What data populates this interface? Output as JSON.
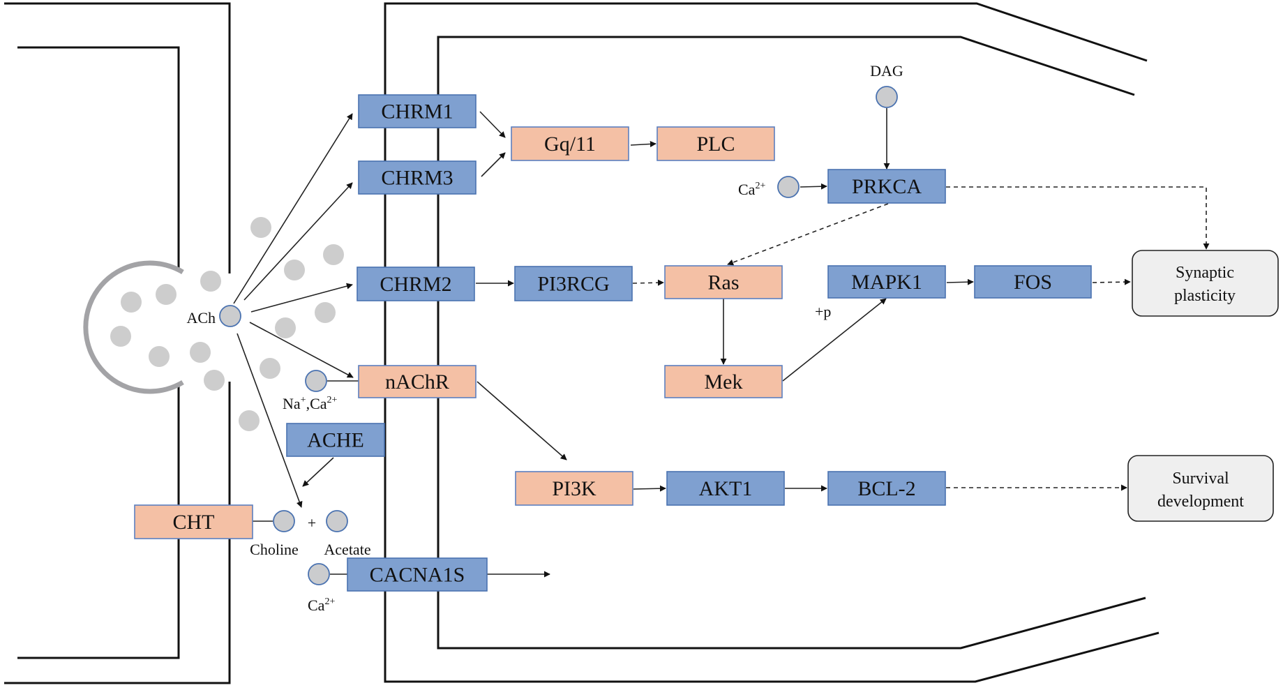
{
  "title": "Cholinergic synapse signaling pathway",
  "colors": {
    "receptor_blue": "#7FA0D0",
    "receptor_blue_border": "#4A72B0",
    "effector_salmon": "#F4C0A5",
    "effector_salmon_border": "#5B7FBF",
    "molecule_fill": "#CBCCCE",
    "molecule_border": "#4A72B0",
    "vesicle_dot": "#CDCDCD",
    "vesicle_arc": "#A3A3A6",
    "outcome_fill": "#EFEFEF",
    "outcome_border": "#222222",
    "membrane": "#111111"
  },
  "nodes": [
    {
      "id": "CHRM1",
      "label": "CHRM1",
      "kind": "blue"
    },
    {
      "id": "CHRM3",
      "label": "CHRM3",
      "kind": "blue"
    },
    {
      "id": "CHRM2",
      "label": "CHRM2",
      "kind": "blue"
    },
    {
      "id": "nAChR",
      "label": "nAChR",
      "kind": "salmon"
    },
    {
      "id": "ACHE",
      "label": "ACHE",
      "kind": "blue"
    },
    {
      "id": "CHT",
      "label": "CHT",
      "kind": "salmon"
    },
    {
      "id": "CACNA1S",
      "label": "CACNA1S",
      "kind": "blue"
    },
    {
      "id": "Gq11",
      "label": "Gq/11",
      "kind": "salmon"
    },
    {
      "id": "PLC",
      "label": "PLC",
      "kind": "salmon"
    },
    {
      "id": "PI3RCG",
      "label": "PI3RCG",
      "kind": "blue"
    },
    {
      "id": "Ras",
      "label": "Ras",
      "kind": "salmon"
    },
    {
      "id": "Mek",
      "label": "Mek",
      "kind": "salmon"
    },
    {
      "id": "PRKCA",
      "label": "PRKCA",
      "kind": "blue"
    },
    {
      "id": "MAPK1",
      "label": "MAPK1",
      "kind": "blue"
    },
    {
      "id": "FOS",
      "label": "FOS",
      "kind": "blue"
    },
    {
      "id": "PI3K",
      "label": "PI3K",
      "kind": "salmon"
    },
    {
      "id": "AKT1",
      "label": "AKT1",
      "kind": "blue"
    },
    {
      "id": "BCL2",
      "label": "BCL-2",
      "kind": "blue"
    }
  ],
  "outcomes": [
    {
      "id": "synaptic",
      "lines": [
        "Synaptic",
        "plasticity"
      ]
    },
    {
      "id": "survival",
      "lines": [
        "Survival",
        "development"
      ]
    }
  ],
  "molecules": {
    "ach": "ACh",
    "dag": "DAG",
    "ca_prkca": "Ca",
    "ca_prkca_sup": "2+",
    "na_ca_base1": "Na",
    "na_ca_sup1": "+",
    "na_ca_base2": ",Ca",
    "na_ca_sup2": "2+",
    "choline": "Choline",
    "acetate": "Acetate",
    "plus": "+",
    "ca_cacna": "Ca",
    "ca_cacna_sup": "2+"
  },
  "annotations": {
    "phosphorylation": "+p"
  },
  "edges": [
    {
      "from": "ACh",
      "to": "CHRM1",
      "style": "solid"
    },
    {
      "from": "ACh",
      "to": "CHRM3",
      "style": "solid"
    },
    {
      "from": "ACh",
      "to": "CHRM2",
      "style": "solid"
    },
    {
      "from": "ACh",
      "to": "nAChR",
      "style": "solid"
    },
    {
      "from": "ACh",
      "to": "Choline+Acetate",
      "style": "solid"
    },
    {
      "from": "ACHE",
      "to": "Choline+Acetate",
      "style": "solid"
    },
    {
      "from": "CHRM1",
      "to": "Gq/11",
      "style": "solid"
    },
    {
      "from": "CHRM3",
      "to": "Gq/11",
      "style": "solid"
    },
    {
      "from": "Gq/11",
      "to": "PLC",
      "style": "solid"
    },
    {
      "from": "DAG",
      "to": "PRKCA",
      "style": "solid"
    },
    {
      "from": "Ca2+",
      "to": "PRKCA",
      "style": "solid"
    },
    {
      "from": "PRKCA",
      "to": "Ras",
      "style": "dashed"
    },
    {
      "from": "PRKCA",
      "to": "Synaptic plasticity",
      "style": "dashed"
    },
    {
      "from": "CHRM2",
      "to": "PI3RCG",
      "style": "solid"
    },
    {
      "from": "PI3RCG",
      "to": "Ras",
      "style": "dashed"
    },
    {
      "from": "Ras",
      "to": "Mek",
      "style": "solid"
    },
    {
      "from": "Mek",
      "to": "MAPK1",
      "style": "solid",
      "label": "+p"
    },
    {
      "from": "MAPK1",
      "to": "FOS",
      "style": "solid"
    },
    {
      "from": "FOS",
      "to": "Synaptic plasticity",
      "style": "dashed"
    },
    {
      "from": "nAChR",
      "to": "PI3K",
      "style": "solid"
    },
    {
      "from": "PI3K",
      "to": "AKT1",
      "style": "solid"
    },
    {
      "from": "AKT1",
      "to": "BCL-2",
      "style": "solid"
    },
    {
      "from": "BCL-2",
      "to": "Survival development",
      "style": "dashed"
    },
    {
      "from": "CACNA1S",
      "to": "downstream",
      "style": "solid"
    }
  ]
}
